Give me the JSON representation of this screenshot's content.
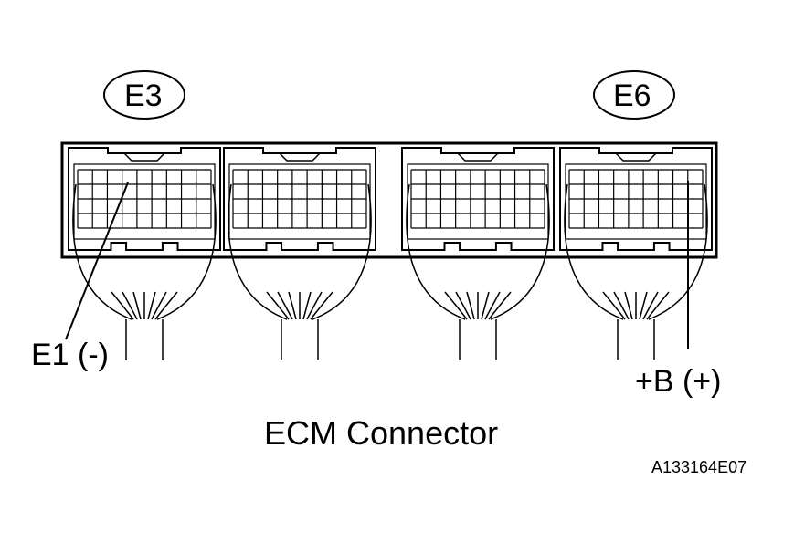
{
  "diagram": {
    "connector_labels": [
      "E3",
      "E6"
    ],
    "pin_labels": {
      "ground": "E1 (-)",
      "battery": "+B (+)"
    },
    "title": "ECM Connector",
    "figure_code": "A133164E07"
  }
}
